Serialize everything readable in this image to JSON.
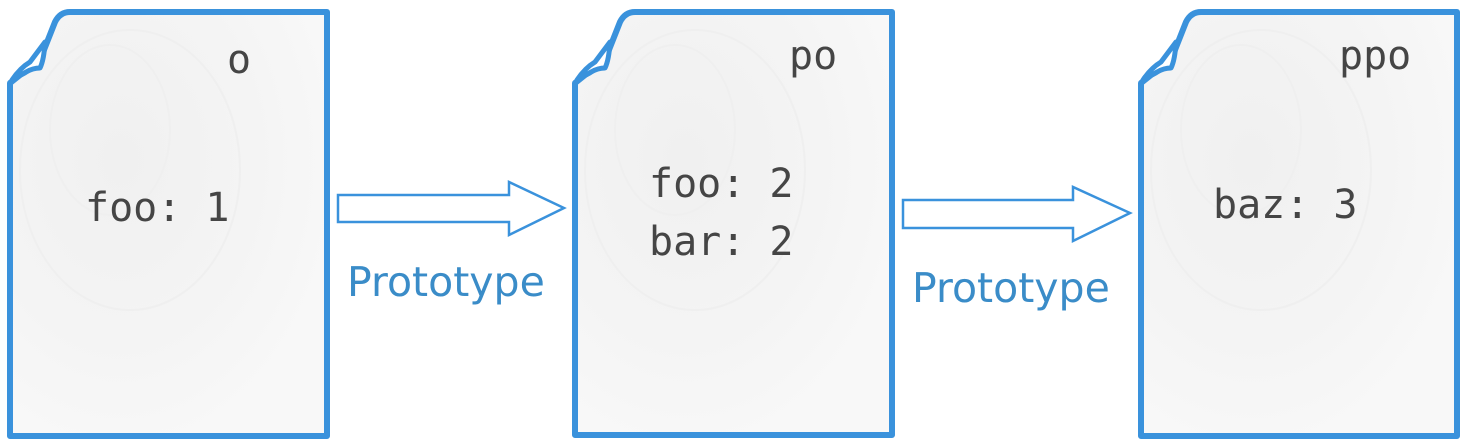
{
  "diagram": {
    "colors": {
      "stroke": "#3a92dc",
      "label": "#3a8cc8",
      "text": "#454545",
      "paper": "#f5f5f5"
    },
    "objects": [
      {
        "name": "o",
        "properties": [
          "foo: 1"
        ]
      },
      {
        "name": "po",
        "properties": [
          "foo: 2",
          "bar: 2"
        ]
      },
      {
        "name": "ppo",
        "properties": [
          "baz: 3"
        ]
      }
    ],
    "links": [
      {
        "from": "o",
        "to": "po",
        "label": "Prototype",
        "icon": "right-arrow-icon"
      },
      {
        "from": "po",
        "to": "ppo",
        "label": "Prototype",
        "icon": "right-arrow-icon"
      }
    ]
  }
}
